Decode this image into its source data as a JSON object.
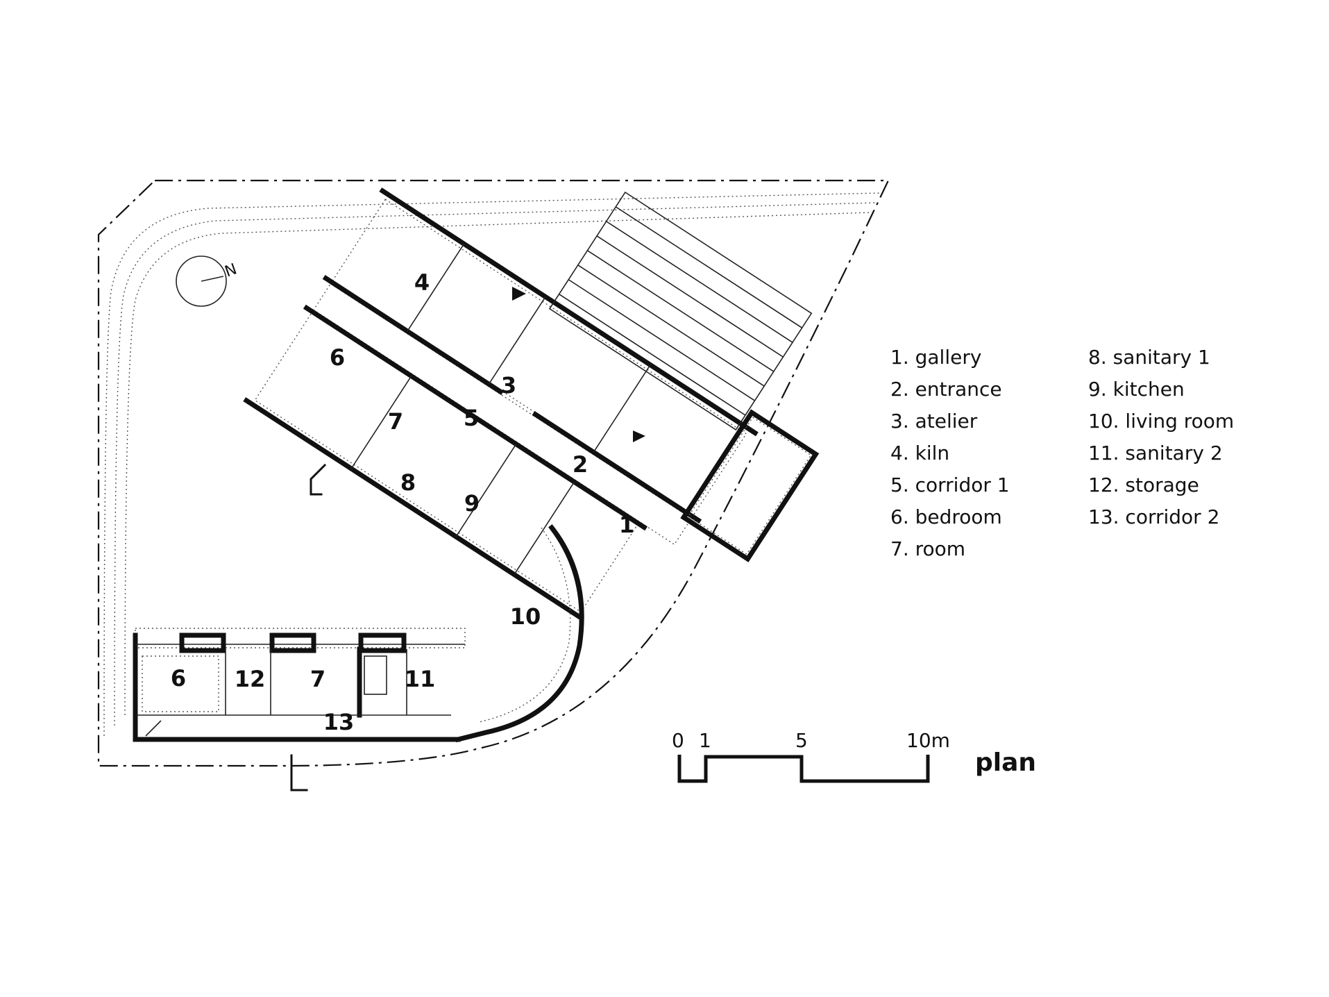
{
  "room_labels": [
    "1",
    "2",
    "3",
    "4",
    "5",
    "6",
    "7",
    "8",
    "9",
    "10",
    "6",
    "12",
    "7",
    "11",
    "13"
  ],
  "legend": [
    "1. gallery",
    "2. entrance",
    "3. atelier",
    "4. kiln",
    "5. corridor 1",
    "6. bedroom",
    "7. room",
    "8. sanitary 1",
    "9. kitchen",
    "10. living room",
    "11. sanitary 2",
    "12. storage",
    "13. corridor 2"
  ],
  "north_label": "N",
  "scale": {
    "labels": [
      "0",
      "1",
      "5",
      "10m"
    ]
  },
  "title": "plan"
}
